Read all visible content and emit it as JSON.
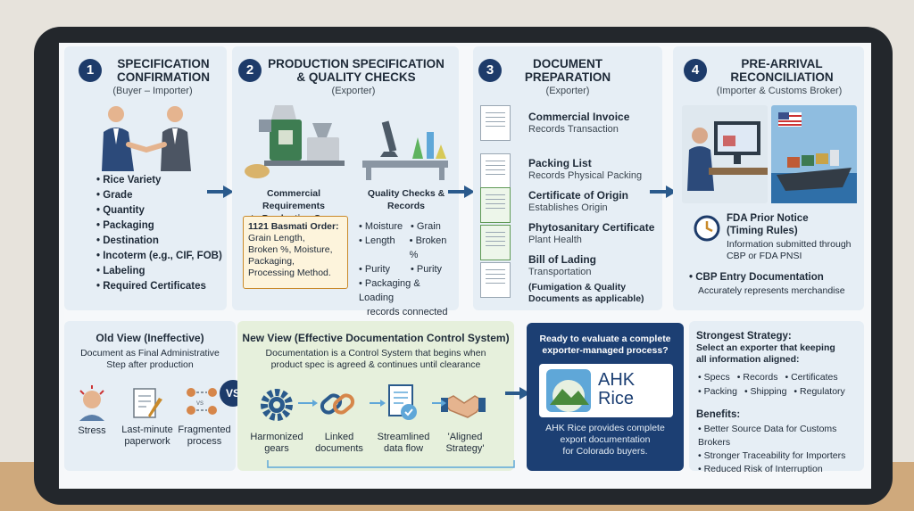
{
  "steps": [
    {
      "num": "1",
      "title_l1": "SPECIFICATION",
      "title_l2": "CONFIRMATION",
      "subtitle": "(Buyer – Importer)"
    },
    {
      "num": "2",
      "title_l1": "PRODUCTION SPECIFICATION",
      "title_l2": "& QUALITY CHECKS",
      "subtitle": "(Exporter)"
    },
    {
      "num": "3",
      "title_l1": "DOCUMENT",
      "title_l2": "PREPARATION",
      "subtitle": "(Exporter)"
    },
    {
      "num": "4",
      "title_l1": "PRE-ARRIVAL",
      "title_l2": "RECONCILIATION",
      "subtitle": "(Importer & Customs Broker)"
    }
  ],
  "step1": {
    "items": [
      "Rice Variety",
      "Grade",
      "Quantity",
      "Packaging",
      "Destination",
      "Incoterm (e.g., CIF, FOB)",
      "Labeling",
      "Required Certificates"
    ]
  },
  "step2": {
    "commercial_l1": "Commercial Requirements",
    "commercial_l2": "to Production Spec",
    "order_title": "1121 Basmati Order:",
    "order_lines": [
      "Grain Length,",
      "Broken %, Moisture,",
      "Packaging,",
      "Processing Method."
    ],
    "qc_l1": "Quality Checks &",
    "qc_l2": "Records",
    "qc_items": [
      "Moisture",
      "Grain",
      "Length",
      "Broken %",
      "Purity",
      "Purity"
    ],
    "qc_last_l1": "Packaging & Loading",
    "qc_last_l2": "records connected"
  },
  "step3": {
    "docs": [
      {
        "title": "Commercial Invoice",
        "sub": "Records Transaction"
      },
      {
        "title": "Packing List",
        "sub": "Records Physical Packing"
      },
      {
        "title": "Certificate of Origin",
        "sub": "Establishes Origin"
      },
      {
        "title": "Phytosanitary Certificate",
        "sub": "Plant Health"
      },
      {
        "title": "Bill of Lading",
        "sub": "Transportation"
      }
    ],
    "note_l1": "(Fumigation & Quality",
    "note_l2": "Documents as applicable)"
  },
  "step4": {
    "fda_l1": "FDA Prior Notice",
    "fda_l2": "(Timing Rules)",
    "fda_d1": "Information submitted through",
    "fda_d2": "CBP or FDA PNSI",
    "cbp_title": "CBP Entry Documentation",
    "cbp_sub": "Accurately represents merchandise"
  },
  "old_view": {
    "title": "Old View (Ineffective)",
    "d1": "Document as Final Administrative",
    "d2": "Step after production",
    "vs": "VS",
    "items": [
      {
        "l1": "Stress",
        "l2": ""
      },
      {
        "l1": "Last-minute",
        "l2": "paperwork"
      },
      {
        "l1": "Fragmented",
        "l2": "process"
      }
    ]
  },
  "new_view": {
    "title": "New View (Effective Documentation Control System)",
    "d1": "Documentation is a Control System that begins when",
    "d2": "product spec is agreed & continues until clearance",
    "items": [
      {
        "l1": "Harmonized",
        "l2": "gears"
      },
      {
        "l1": "Linked",
        "l2": "documents"
      },
      {
        "l1": "Streamlined",
        "l2": "data flow"
      },
      {
        "l1": "'Aligned",
        "l2": "Strategy'"
      }
    ]
  },
  "cta": {
    "q1": "Ready to evaluate a complete",
    "q2": "exporter-managed process?",
    "logo_l1": "AHK",
    "logo_l2": "Rice",
    "d1": "AHK Rice provides complete",
    "d2": "export documentation",
    "d3": "for Colorado buyers."
  },
  "strategy": {
    "title": "Strongest Strategy:",
    "d1": "Select an exporter that keeping",
    "d2": "all information aligned:",
    "row1": [
      "Specs",
      "Records",
      "Certificates"
    ],
    "row2": [
      "Packing",
      "Shipping",
      "Regulatory"
    ],
    "benefits_title": "Benefits:",
    "benefits": [
      "Better Source Data for Customs Brokers",
      "Stronger Traceability for Importers",
      "Reduced Risk of Interruption"
    ]
  },
  "colors": {
    "navy": "#1c3f73",
    "accent": "#2a5a8c",
    "green": "#4a8a3c",
    "orange": "#c98a2b"
  }
}
